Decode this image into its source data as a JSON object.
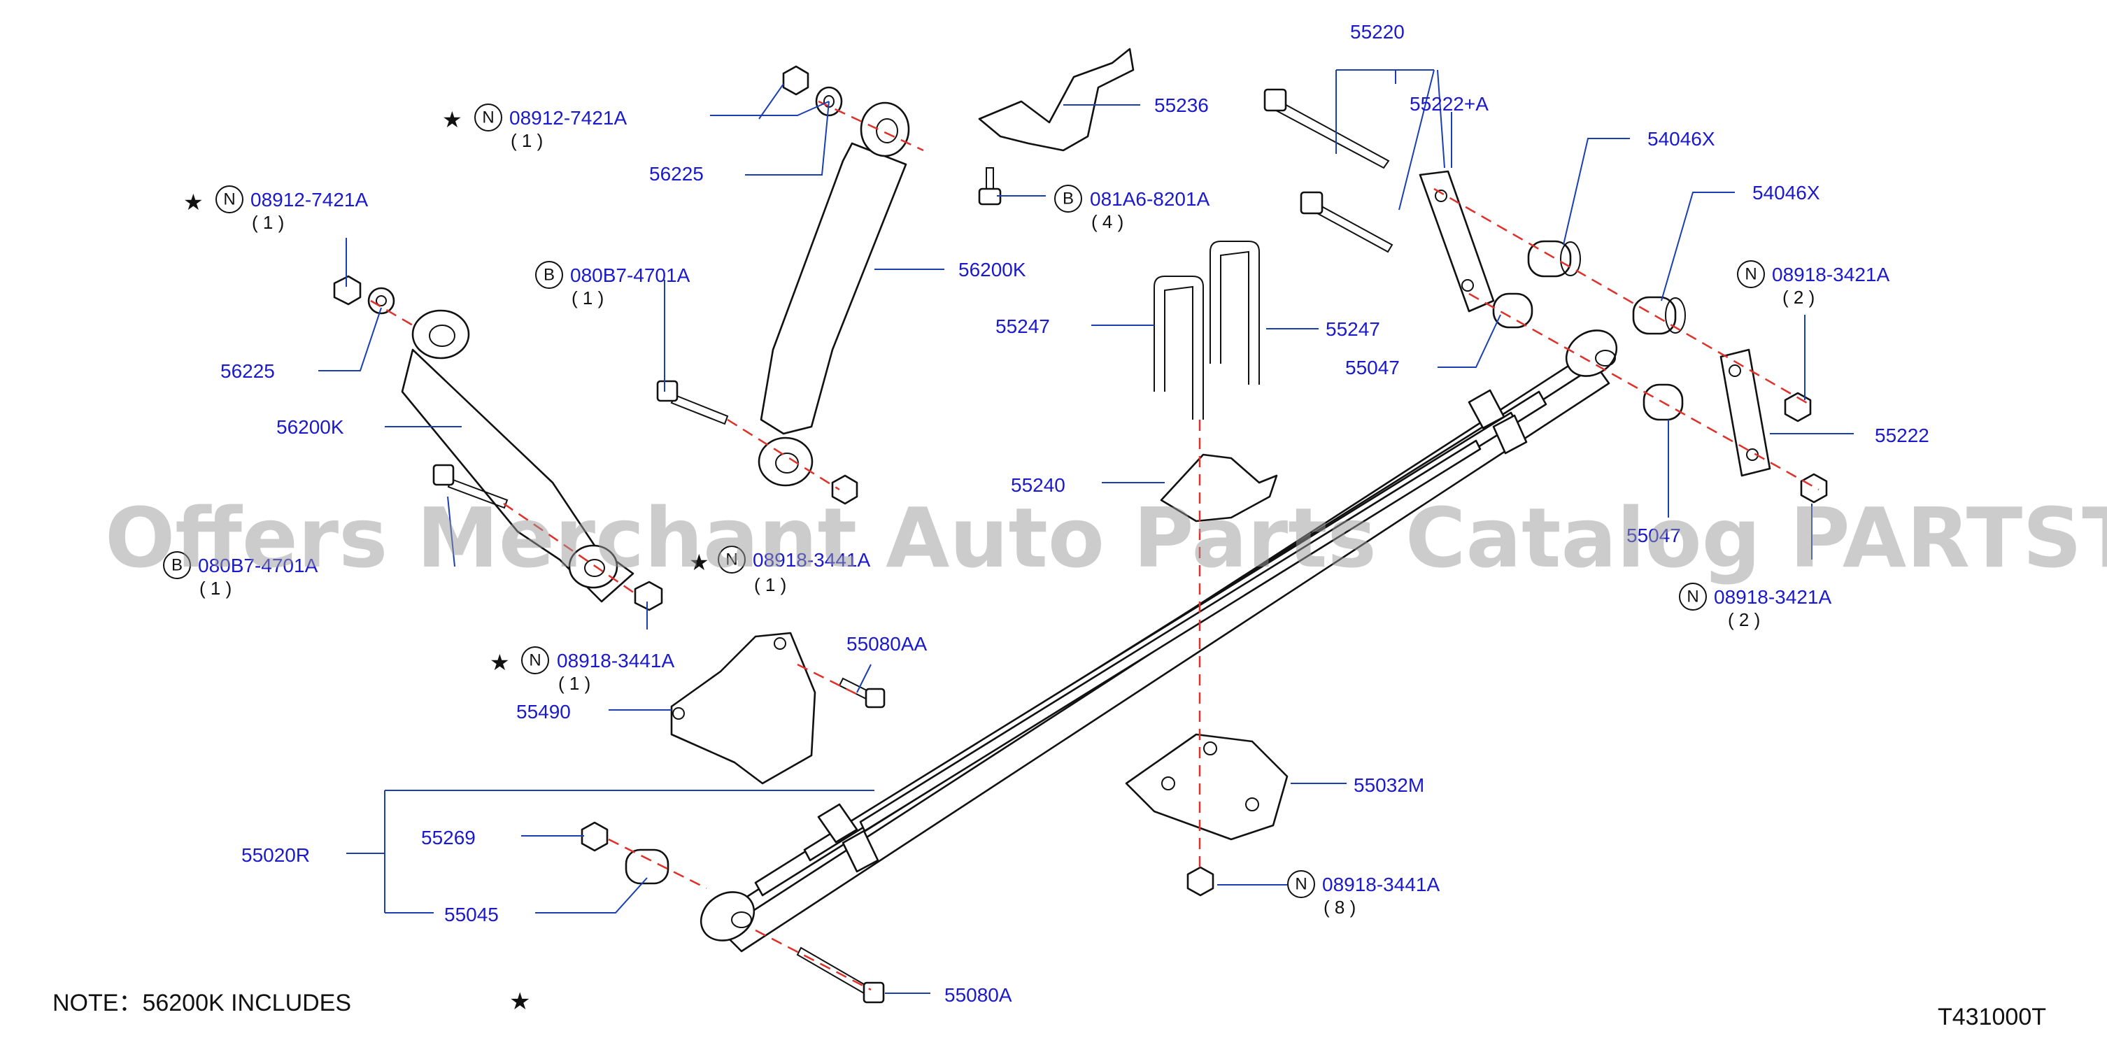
{
  "watermark": "Offers Merchant Auto Parts Catalog PARTSTORE.SA",
  "diagram_code": "T431000T",
  "note": {
    "text": "NOTE：56200K   INCLUDES",
    "symbol": "★"
  },
  "callouts": {
    "c55220": "55220",
    "c55222A": "55222+A",
    "c54046X_1": "54046X",
    "c54046X_2": "54046X",
    "c55236": "55236",
    "c56225_r": "56225",
    "c56225_l": "56225",
    "c56200K_r": "56200K",
    "c56200K_l": "56200K",
    "c55247_l": "55247",
    "c55247_r": "55247",
    "c55047_u": "55047",
    "c55047_d": "55047",
    "c55240": "55240",
    "c55222": "55222",
    "c55080AA": "55080AA",
    "c55490": "55490",
    "c55032M": "55032M",
    "c55020R": "55020R",
    "c55269": "55269",
    "c55045": "55045",
    "c55080A": "55080A"
  },
  "fasteners": {
    "n1": {
      "symbol": "N",
      "part": "08912-7421A",
      "qty": "( 1 )"
    },
    "n2": {
      "symbol": "N",
      "part": "08912-7421A",
      "qty": "( 1 )"
    },
    "b1": {
      "symbol": "B",
      "part": "081A6-8201A",
      "qty": "( 4 )"
    },
    "b2": {
      "symbol": "B",
      "part": "080B7-4701A",
      "qty": "( 1 )"
    },
    "b3": {
      "symbol": "B",
      "part": "080B7-4701A",
      "qty": "( 1 )"
    },
    "n3": {
      "symbol": "N",
      "part": "08918-3421A",
      "qty": "( 2 )"
    },
    "n4": {
      "symbol": "N",
      "part": "08918-3421A",
      "qty": "( 2 )"
    },
    "n5": {
      "symbol": "N",
      "part": "08918-3441A",
      "qty": "( 1 )"
    },
    "n6": {
      "symbol": "N",
      "part": "08918-3441A",
      "qty": "( 1 )"
    },
    "n7": {
      "symbol": "N",
      "part": "08918-3441A",
      "qty": "( 8 )"
    }
  },
  "star": "★"
}
